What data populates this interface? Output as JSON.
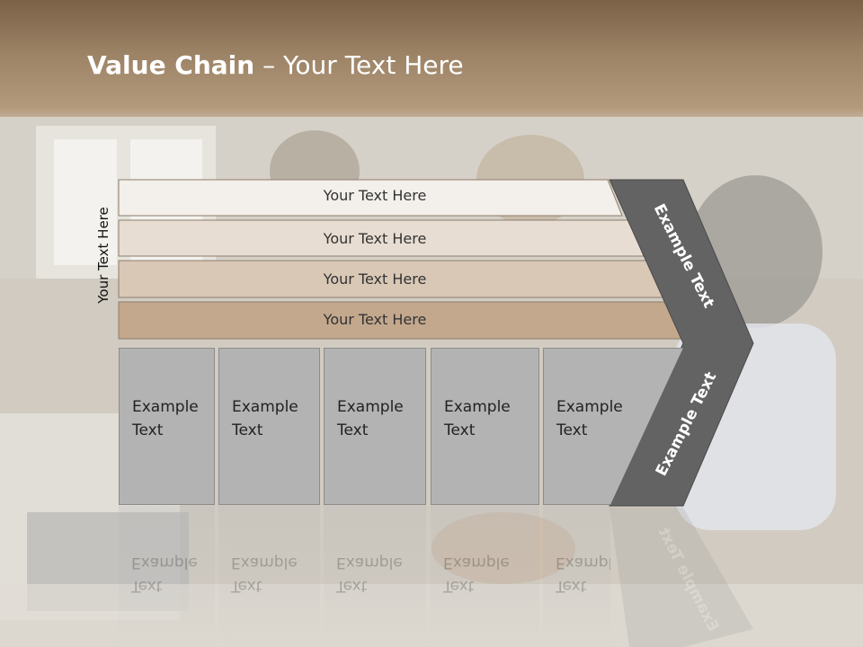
{
  "slide": {
    "title_bold": "Value Chain",
    "title_rest": " – Your Text Here",
    "side_label": "Your Text Here",
    "bars": [
      {
        "label": "Your Text Here",
        "color": "#f3efea"
      },
      {
        "label": "Your Text Here",
        "color": "#e8ddd2"
      },
      {
        "label": "Your Text Here",
        "color": "#d9c8b6"
      },
      {
        "label": "Your Text Here",
        "color": "#c3a88d"
      }
    ],
    "boxes": [
      {
        "line1": "Example",
        "line2": "Text"
      },
      {
        "line1": "Example",
        "line2": "Text"
      },
      {
        "line1": "Example",
        "line2": "Text"
      },
      {
        "line1": "Example",
        "line2": "Text"
      },
      {
        "line1": "Example",
        "line2": "Text"
      }
    ],
    "chevron_top": "Example Text",
    "chevron_bottom": "Example Text"
  }
}
